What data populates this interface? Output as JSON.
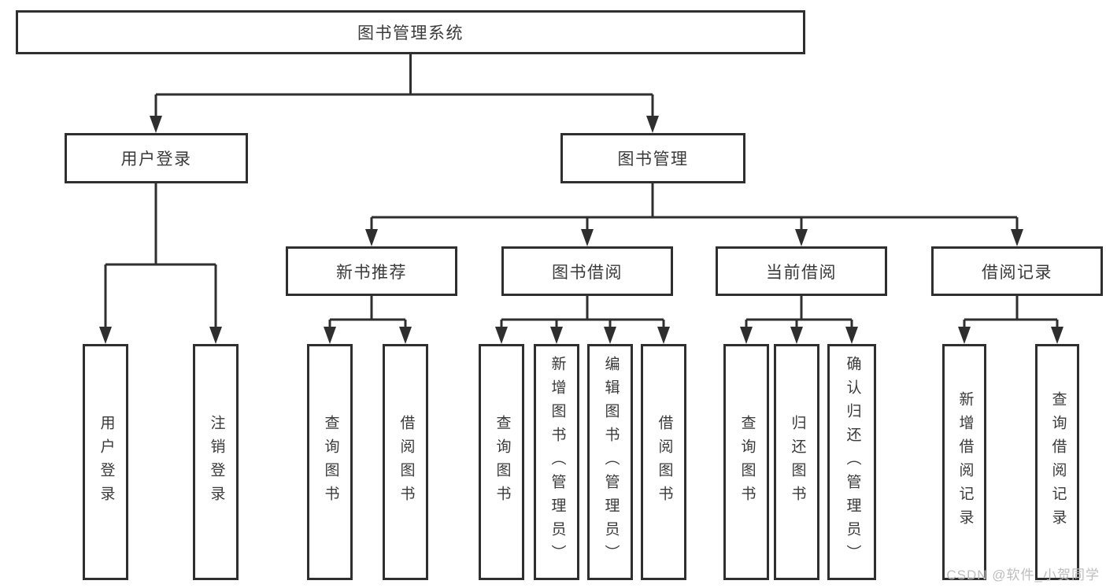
{
  "diagram": {
    "root": {
      "label": "图书管理系统",
      "children": [
        {
          "label": "用户登录",
          "children": [
            {
              "label": "用户登录"
            },
            {
              "label": "注销登录"
            }
          ]
        },
        {
          "label": "图书管理",
          "children": [
            {
              "label": "新书推荐",
              "children": [
                {
                  "label": "查询图书"
                },
                {
                  "label": "借阅图书"
                }
              ]
            },
            {
              "label": "图书借阅",
              "children": [
                {
                  "label": "查询图书"
                },
                {
                  "label": "新增图书（管理员）"
                },
                {
                  "label": "编辑图书（管理员）"
                },
                {
                  "label": "借阅图书"
                }
              ]
            },
            {
              "label": "当前借阅",
              "children": [
                {
                  "label": "查询图书"
                },
                {
                  "label": "归还图书"
                },
                {
                  "label": "确认归还（管理员）"
                }
              ]
            },
            {
              "label": "借阅记录",
              "children": [
                {
                  "label": "新增借阅记录"
                },
                {
                  "label": "查询借阅记录"
                }
              ]
            }
          ]
        }
      ]
    }
  },
  "watermark": {
    "text": "CSDN @软件_小贺同学"
  },
  "colors": {
    "line": "#2f2f2f",
    "box_border": "#2f2f2f",
    "text": "#3a3a3a",
    "watermark": "#bdbdbd",
    "background": "#ffffff"
  }
}
